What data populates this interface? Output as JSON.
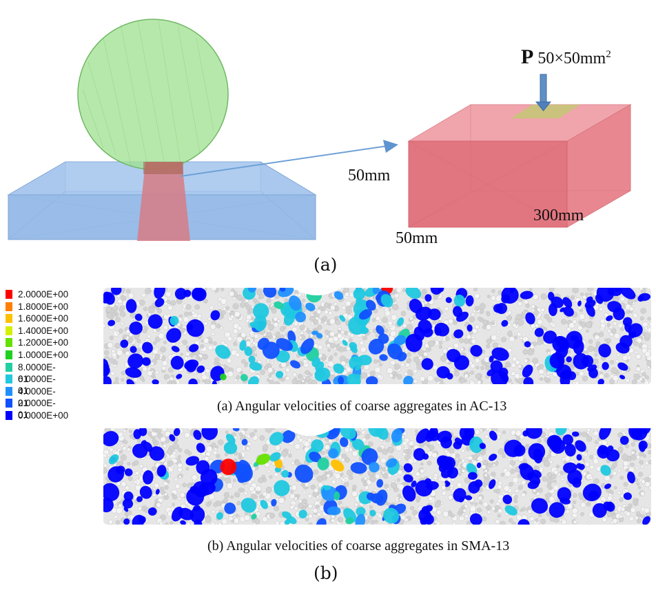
{
  "figure_a": {
    "load_symbol": "P",
    "load_area_text": "50×50mm",
    "load_area_superscript": "2",
    "height_label": "50mm",
    "width_label": "50mm",
    "length_label": "300mm",
    "caption": "(a)"
  },
  "figure_b": {
    "colorbar": {
      "colors": [
        "#ff0000",
        "#ff7f00",
        "#ffc000",
        "#d4f000",
        "#66e000",
        "#1fd020",
        "#20d0a0",
        "#20c8e0",
        "#2090ff",
        "#1050ff",
        "#0000ff"
      ],
      "labels": [
        "2.0000E+00",
        "1.8000E+00",
        "1.6000E+00",
        "1.4000E+00",
        "1.2000E+00",
        "1.0000E+00",
        "8.0000E-01",
        "6.0000E-01",
        "4.0000E-01",
        "2.0000E-01",
        "0.0000E+00"
      ]
    },
    "panel_top_caption": "(a) Angular velocities of coarse aggregates in AC-13",
    "panel_bottom_caption": "(b) Angular velocities of coarse aggregates in SMA-13",
    "caption": "(b)"
  }
}
